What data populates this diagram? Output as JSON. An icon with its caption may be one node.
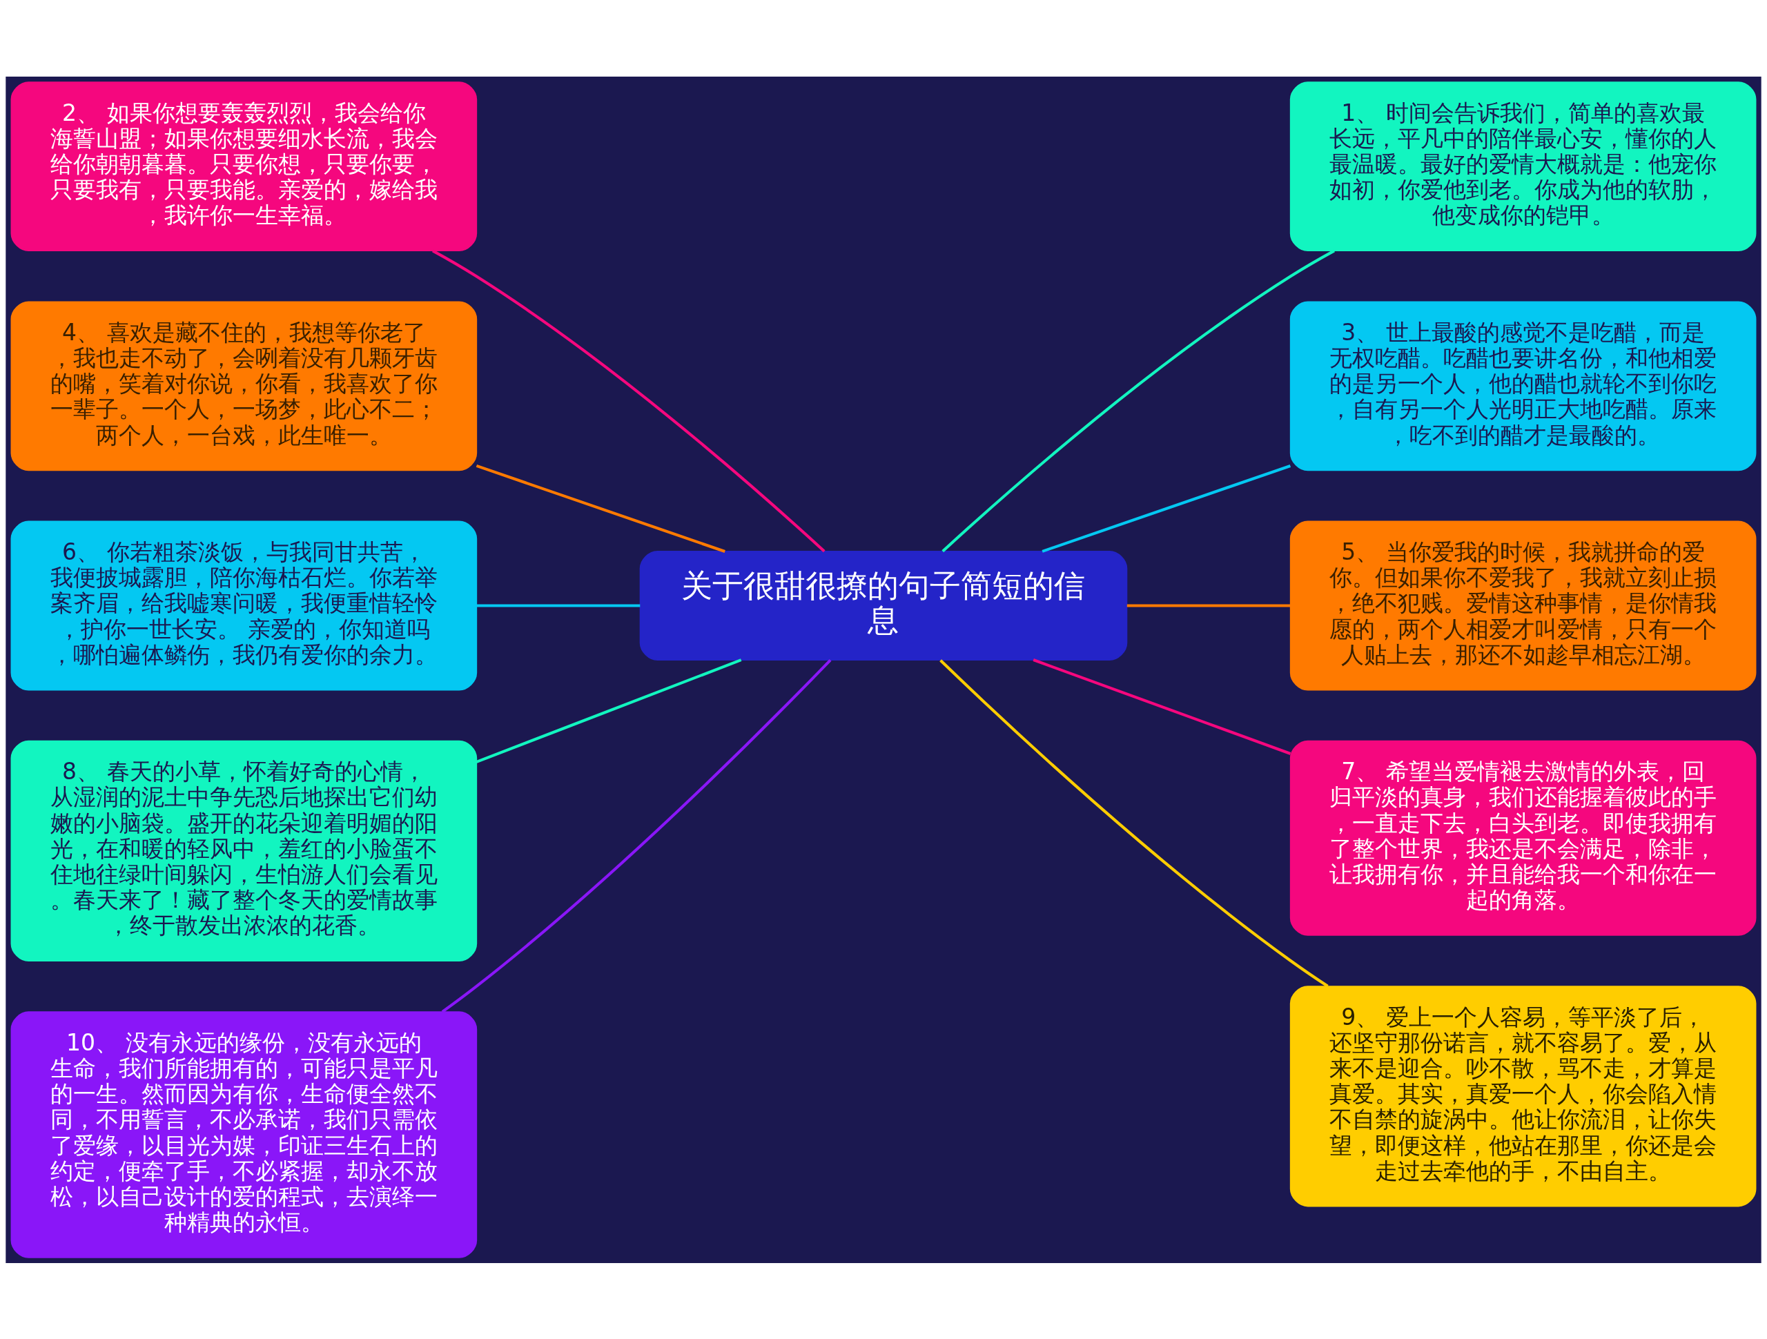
{
  "diagram": {
    "nodes": [
      {
        "text": [
          "关于很甜很撩的句子简短的信息"
        ]
      },
      {
        "text": [
          "1、 时间会告诉我们，简单的喜欢最长远，平凡中的陪伴最心安，懂你的人最温暖。最好的爱情大概就是：他宠你如初，你爱他到老。你成为他的软肋，他变成你的铠甲。"
        ]
      },
      {
        "text": [
          "2、 如果你想要轰轰烈烈，我会给你海誓山盟；如果你想要细水长流，我会给你朝朝暮暮。只要你想，只要你要，只要我有，只要我能。亲爱的，嫁给我，我许你一生幸福。"
        ]
      },
      {
        "text": [
          "3、 世上最酸的感觉不是吃醋，而是无权吃醋。吃醋也要讲名份，和他相爱的是另一个人，他的醋也就轮不到你吃，自有另一个人光明正大地吃醋。原来，吃不到的醋才是最酸的。"
        ]
      },
      {
        "text": [
          "4、 喜欢是藏不住的，我想等你老了，我也走不动了，会咧着没有几颗牙齿的嘴，笑着对你说，你看，我喜欢了你一辈子。一个人，一场梦，此心不二；两个人，一台戏，此生唯一。"
        ]
      },
      {
        "text": [
          "5、 当你爱我的时候，我就拼命的爱你。但如果你不爱我了，我就立刻止损，绝不犯贱。爱情这种事情，是你情我愿的，两个人相爱才叫爱情，只有一个人贴上去，那还不如趁早相忘江湖。"
        ]
      },
      {
        "text": [
          "6、 你若粗茶淡饭，与我同甘共苦，我便披城露胆，陪你海枯石烂。你若举案齐眉，给我嘘寒问暖，我便重惜轻怜，护你一世长安。 亲爱的，你知道吗，哪怕遍体鳞伤，我仍有爱你的余力。"
        ]
      },
      {
        "text": [
          "7、 希望当爱情褪去激情的外表，回归平淡的真身，我们还能握着彼此的手，一直走下去，白头到老。即使我拥有了整个世界，我还是不会满足，除非，让我拥有你，并且能给我一个和你在一起的角落。"
        ]
      },
      {
        "text": [
          "8、 春天的小草，怀着好奇的心情，从湿润的泥土中争先恐后地探出它们幼嫩的小脑袋。盛开的花朵迎着明媚的阳光，在和暖的轻风中，羞红的小脸蛋不住地往绿叶间躲闪，生怕游人们会看见。春天来了！藏了整个冬天的爱情故事，终于散发出浓浓的花香。"
        ]
      },
      {
        "text": [
          "9、 爱上一个人容易，等平淡了后，还坚守那份诺言，就不容易了。爱，从来不是迎合。吵不散，骂不走，才算是真爱。其实，真爱一个人，你会陷入情不自禁的旋涡中。他让你流泪，让你失望，即便这样，他站在那里，你还是会走过去牵他的手，不由自主。"
        ]
      },
      {
        "text": [
          "10、 没有永远的缘份，没有永远的生命，我们所能拥有的，可能只是平凡的一生。然而因为有你，生命便全然不同，不用誓言，不必承诺，我们只需依了爱缘，以目光为媒，印证三生石上的约定，便牵了手，不必紧握，却永不放松，以自己设计的爱的程式，去演绎一种精典的永恒。"
        ]
      }
    ],
    "edges": [
      {
        "from": 0,
        "to": 1,
        "arrow": "none",
        "color": "#12f5c0"
      },
      {
        "from": 0,
        "to": 2,
        "arrow": "none",
        "color": "#f5077e"
      },
      {
        "from": 0,
        "to": 3,
        "arrow": "none",
        "color": "#04c8f2"
      },
      {
        "from": 0,
        "to": 4,
        "arrow": "none",
        "color": "#ff7a00"
      },
      {
        "from": 0,
        "to": 5,
        "arrow": "none",
        "color": "#ff7a00"
      },
      {
        "from": 0,
        "to": 6,
        "arrow": "none",
        "color": "#04c8f2"
      },
      {
        "from": 0,
        "to": 7,
        "arrow": "none",
        "color": "#f5077e"
      },
      {
        "from": 0,
        "to": 8,
        "arrow": "none",
        "color": "#12f5c0"
      },
      {
        "from": 0,
        "to": 9,
        "arrow": "none",
        "color": "#ffcd00"
      },
      {
        "from": 0,
        "to": 10,
        "arrow": "none",
        "color": "#8a16f8"
      }
    ]
  }
}
